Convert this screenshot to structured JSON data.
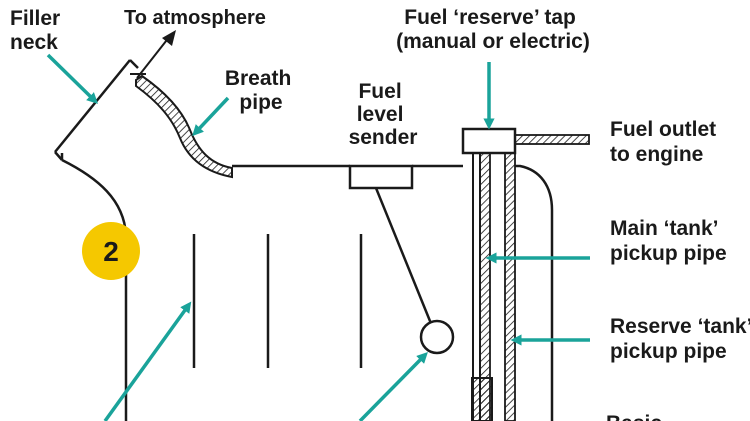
{
  "colors": {
    "ink": "#1a1a1a",
    "arrow": "#1aa39a",
    "badge": "#f5c800",
    "hatch": "#1a1a1a"
  },
  "badge": {
    "number": "2"
  },
  "labels": {
    "filler_neck": [
      "Filler",
      "neck"
    ],
    "to_atmosphere": "To atmosphere",
    "breath_pipe": [
      "Breath",
      "pipe"
    ],
    "fuel_level_sender": [
      "Fuel",
      "level",
      "sender"
    ],
    "fuel_reserve_tap": [
      "Fuel ‘reserve’ tap",
      "(manual or electric)"
    ],
    "fuel_outlet": [
      "Fuel outlet",
      "to engine"
    ],
    "main_tank_pickup": [
      "Main ‘tank’",
      "pickup pipe"
    ],
    "reserve_tank_pickup": [
      "Reserve ‘tank’",
      "pickup pipe"
    ],
    "basic_partial": "Basic"
  }
}
